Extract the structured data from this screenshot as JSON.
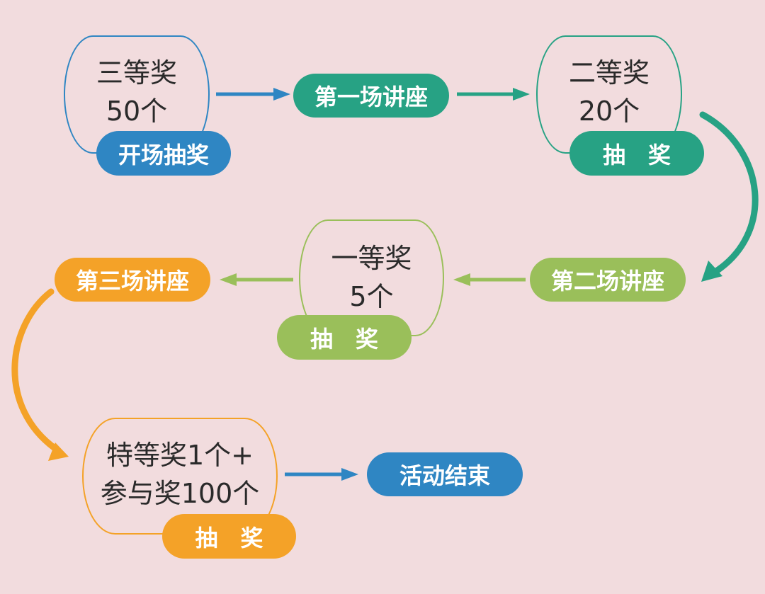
{
  "colors": {
    "background": "#f2dcde",
    "blue": "#2f86c3",
    "teal": "#27a284",
    "green": "#9abf5a",
    "orange": "#f4a228",
    "text": "#2a2a2a"
  },
  "flow": {
    "prize_third": {
      "line1": "三等奖",
      "line2": "50个",
      "tag": "开场抽奖"
    },
    "lecture_one": "第一场讲座",
    "prize_second": {
      "line1": "二等奖",
      "line2": "20个",
      "tag": "抽　奖"
    },
    "lecture_two": "第二场讲座",
    "prize_first": {
      "line1": "一等奖",
      "line2": "5个",
      "tag": "抽　奖"
    },
    "lecture_three": "第三场讲座",
    "prize_special": {
      "line1": "特等奖1个+",
      "line2": "参与奖100个",
      "tag": "抽　奖"
    },
    "end": "活动结束"
  }
}
